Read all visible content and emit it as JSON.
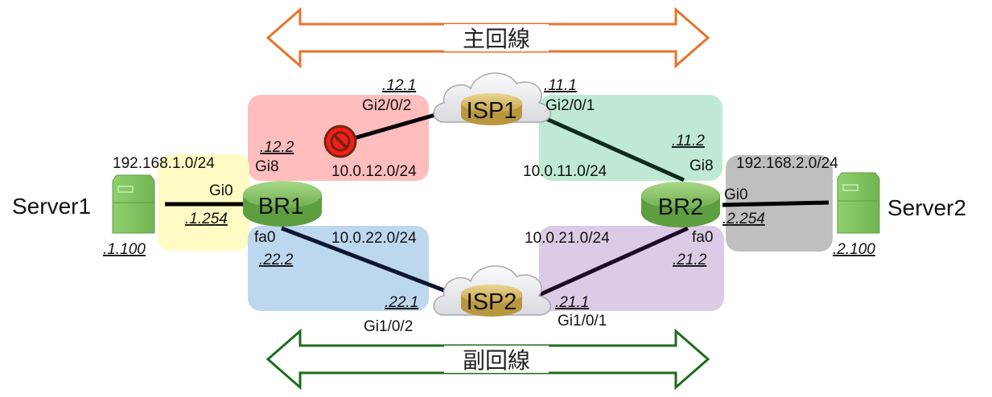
{
  "colors": {
    "primary_arrow": "#E8732A",
    "backup_arrow": "#1E6B1E",
    "net_12": "#FFBDBD",
    "net_11": "#BFE9D4",
    "net_lan1": "#FFFBC4",
    "net_22": "#BDD7EE",
    "net_21": "#DCCBE6",
    "net_lan2": "#BFBFBF",
    "router_green": "#8CC56A",
    "router_gold": "#D9BD6A",
    "blocked": "#FF1A1A"
  },
  "arrows": {
    "primary": "主回線",
    "backup": "副回線"
  },
  "devices": {
    "server1": "Server1",
    "server2": "Server2",
    "br1": "BR1",
    "br2": "BR2",
    "isp1": "ISP1",
    "isp2": "ISP2"
  },
  "networks": {
    "lan1": "192.168.1.0/24",
    "lan2": "192.168.2.0/24",
    "n12": "10.0.12.0/24",
    "n11": "10.0.11.0/24",
    "n22": "10.0.22.0/24",
    "n21": "10.0.21.0/24"
  },
  "interfaces": {
    "isp1_gi2_0_2": "Gi2/0/2",
    "isp1_gi2_0_1": "Gi2/0/1",
    "br1_gi8": "Gi8",
    "br2_gi8": "Gi8",
    "br1_gi0": "Gi0",
    "br2_gi0": "Gi0",
    "br1_fa0": "fa0",
    "br2_fa0": "fa0",
    "isp2_gi1_0_2": "Gi1/0/2",
    "isp2_gi1_0_1": "Gi1/0/1"
  },
  "addresses": {
    "isp1_12": ".12.1",
    "isp1_11": ".11.1",
    "br1_12": ".12.2",
    "br2_11": ".11.2",
    "br1_lan": ".1.254",
    "server1": ".1.100",
    "br2_lan": ".2.254",
    "server2": ".2.100",
    "br1_22": ".22.2",
    "br2_21": ".21.2",
    "isp2_22": ".22.1",
    "isp2_21": ".21.1"
  }
}
